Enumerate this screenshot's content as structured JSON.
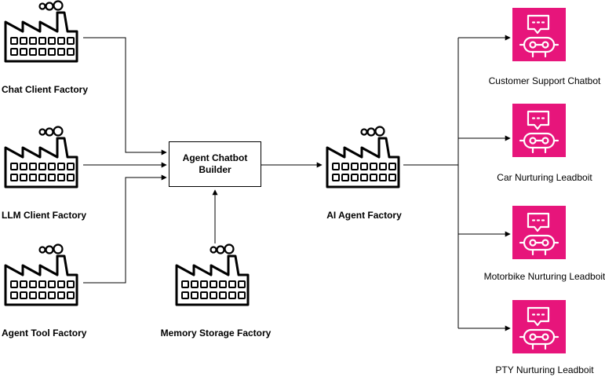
{
  "factories": [
    {
      "id": "chat",
      "label": "Chat Client Factory",
      "icon": "factory-icon"
    },
    {
      "id": "llm",
      "label": "LLM Client Factory",
      "icon": "factory-icon"
    },
    {
      "id": "tool",
      "label": "Agent Tool Factory",
      "icon": "factory-icon"
    },
    {
      "id": "memory",
      "label": "Memory Storage Factory",
      "icon": "factory-icon"
    },
    {
      "id": "agent",
      "label": "AI Agent Factory",
      "icon": "factory-icon"
    }
  ],
  "builder": {
    "label": "Agent Chatbot Builder"
  },
  "bots": [
    {
      "label": "Customer Support Chatbot",
      "icon": "chatbot-icon"
    },
    {
      "label": "Car Nurturing Leadboit",
      "icon": "chatbot-icon"
    },
    {
      "label": "Motorbike Nurturing Leadboit",
      "icon": "chatbot-icon"
    },
    {
      "label": "PTY Nurturing Leadboit",
      "icon": "chatbot-icon"
    }
  ],
  "colors": {
    "bot_tile": "#e7157b",
    "line": "#000000",
    "factory": "#000000"
  }
}
